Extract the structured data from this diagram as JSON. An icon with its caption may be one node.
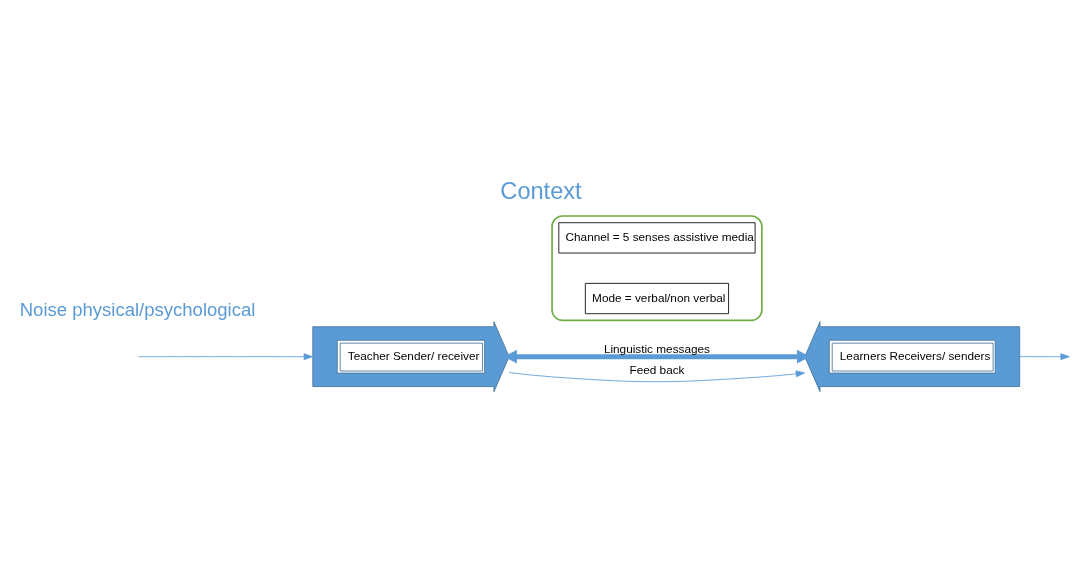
{
  "diagram": {
    "title": "Context",
    "nodes": [
      {
        "text": [
          "Teacher Sender/ receiver"
        ]
      },
      {
        "text": [],
        "shape": "box"
      },
      {
        "text": [
          "Channel = 5 senses assistive media"
        ],
        "in": 1
      },
      {
        "text": [
          "Mode = verbal/non verbal"
        ],
        "in": 1
      },
      {
        "text": [
          "Learners Receivers/ senders"
        ]
      }
    ],
    "edges": [
      {
        "from": 0,
        "to": 4,
        "arrow": "both",
        "label": "Linguistic messages",
        "style": "thick"
      },
      {
        "from": 0,
        "to": 4,
        "arrow": "to",
        "label": "Feed back"
      },
      {
        "from": 4,
        "to": null,
        "arrow": "to"
      },
      {
        "from": null,
        "to": 0,
        "arrow": "to"
      }
    ],
    "labels": [
      "Noise physical/psychological"
    ]
  }
}
